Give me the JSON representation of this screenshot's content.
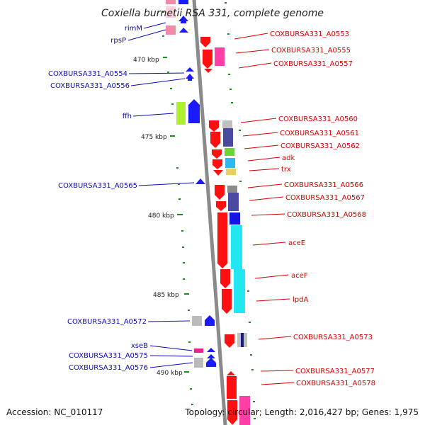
{
  "title": "Coxiella burnetii RSA 331, complete genome",
  "footer": {
    "accession": "Accession: NC_010117",
    "topology": "Topology: circular; Length: 2,016,427 bp; Genes: 1,975"
  },
  "colors": {
    "reverse_label": "#0b0bb5",
    "forward_label": "#d40000",
    "tick": "#1f8a1f",
    "backbone": "#8a8a8a"
  },
  "kbp_marks": [
    "470 kbp",
    "475 kbp",
    "480 kbp",
    "485 kbp",
    "490 kbp"
  ],
  "reverse_genes": [
    "rimM",
    "rpsP",
    "COXBURSA331_A0554",
    "COXBURSA331_A0556",
    "ffh",
    "COXBURSA331_A0565",
    "COXBURSA331_A0572",
    "xseB",
    "COXBURSA331_A0575",
    "COXBURSA331_A0576"
  ],
  "forward_genes": [
    "COXBURSA331_A0553",
    "COXBURSA331_A0555",
    "COXBURSA331_A0557",
    "COXBURSA331_A0560",
    "COXBURSA331_A0561",
    "COXBURSA331_A0562",
    "adk",
    "trx",
    "COXBURSA331_A0566",
    "COXBURSA331_A0567",
    "COXBURSA331_A0568",
    "aceE",
    "aceF",
    "lpdA",
    "COXBURSA331_A0573",
    "COXBURSA331_A0577",
    "COXBURSA331_A0578"
  ]
}
